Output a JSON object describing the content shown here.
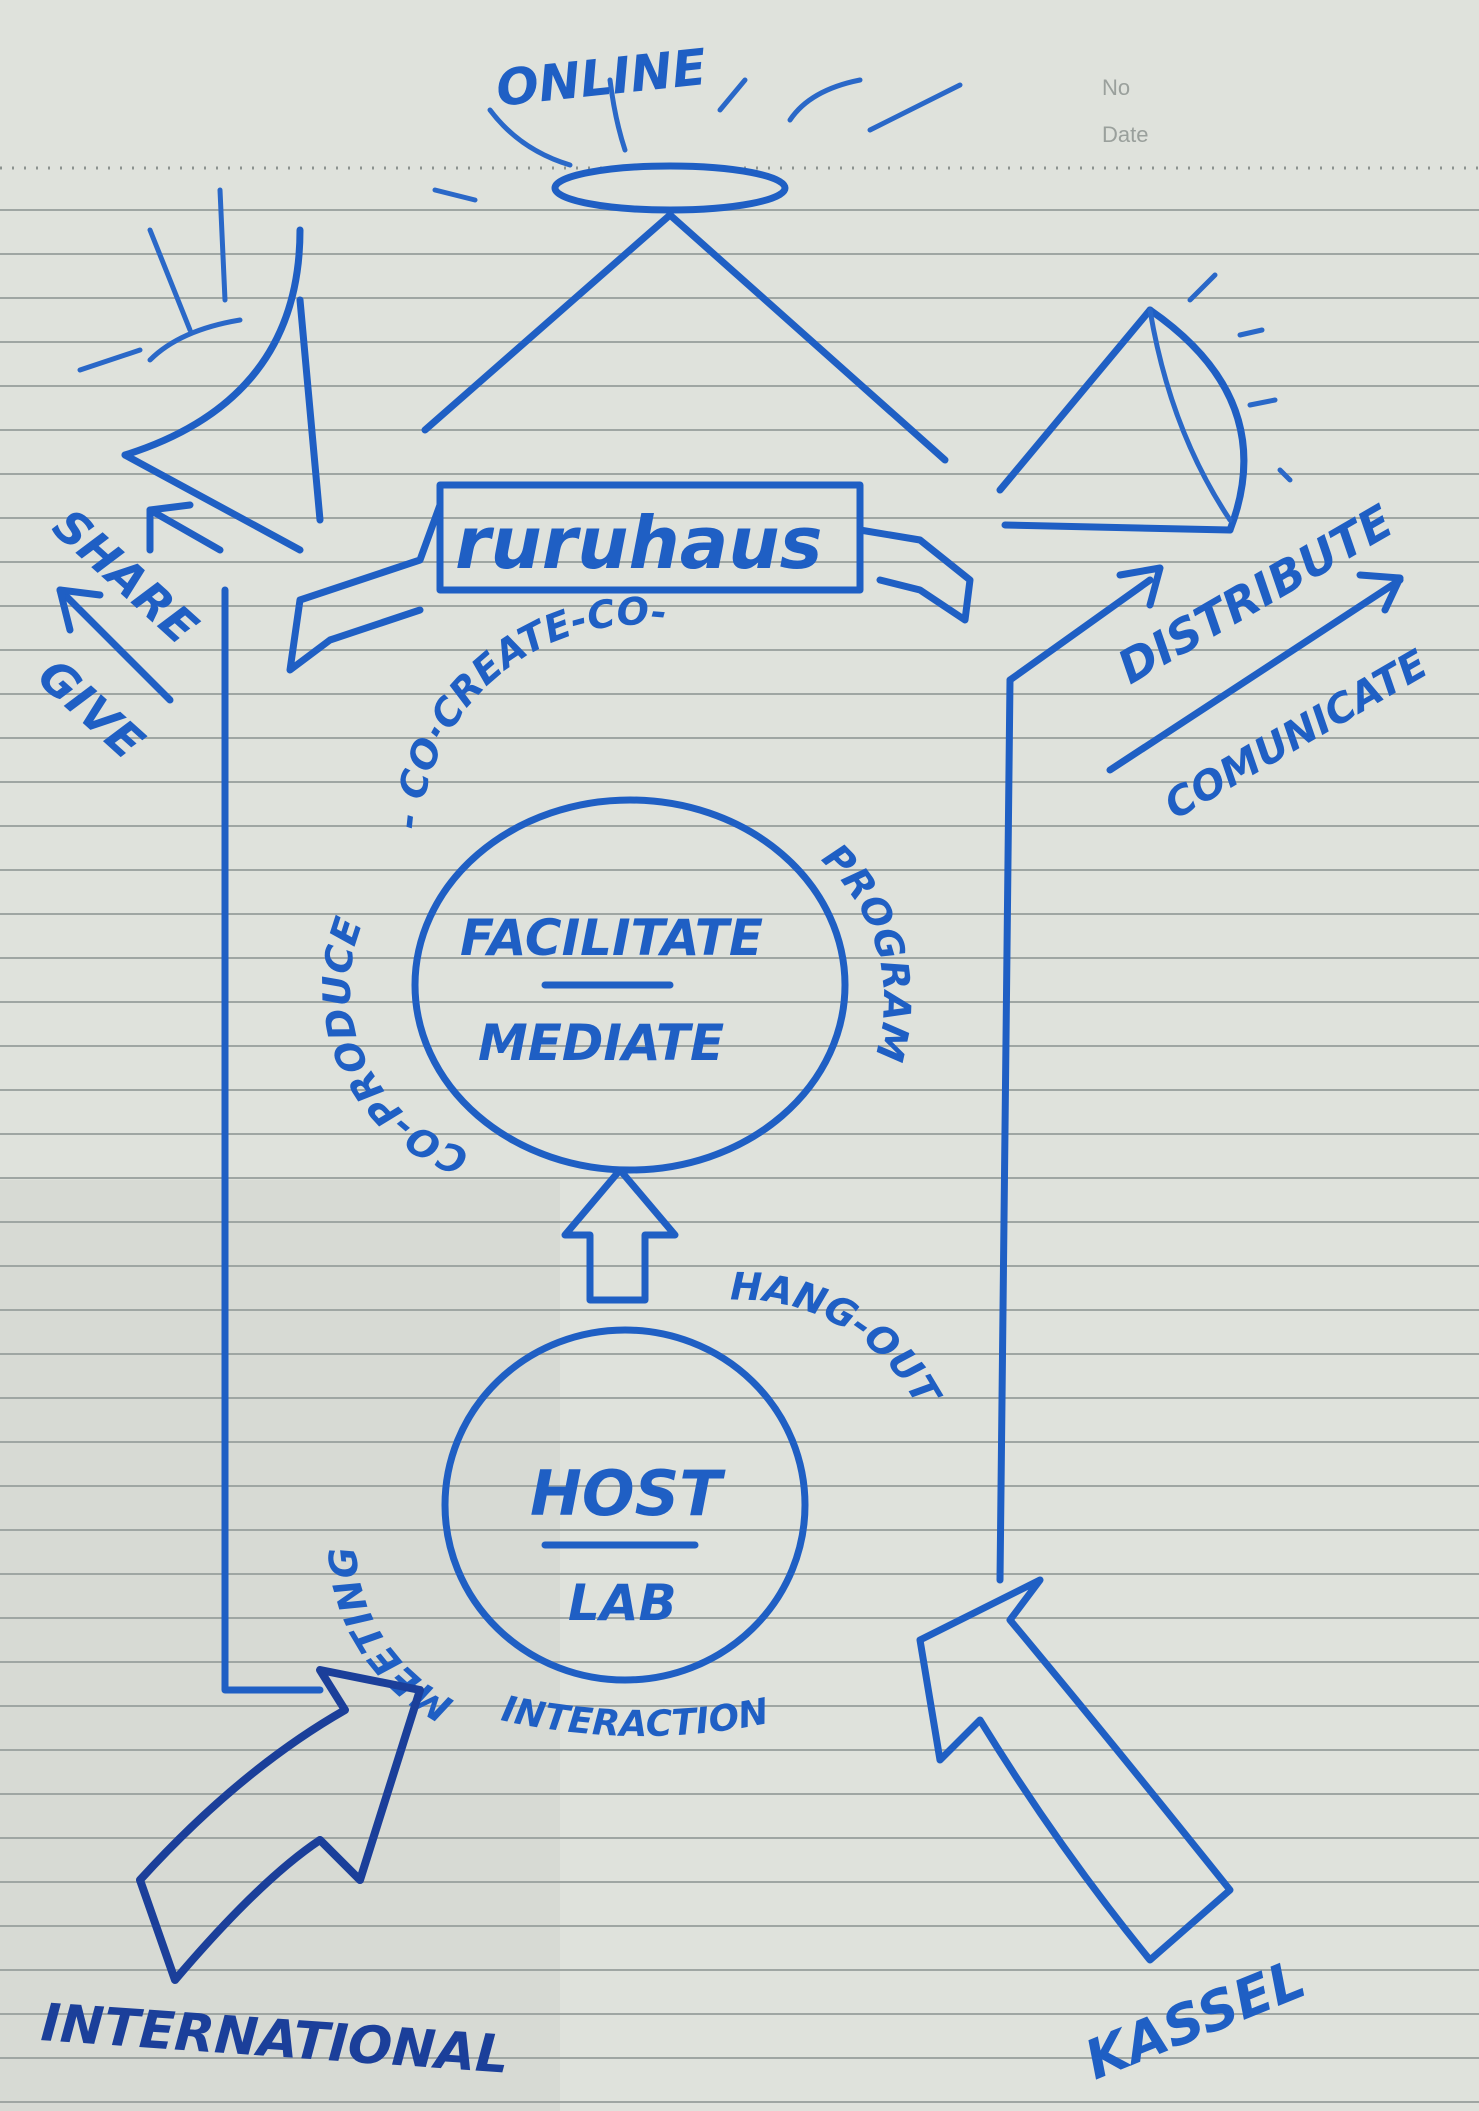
{
  "header": {
    "no_label": "No",
    "date_label": "Date"
  },
  "diagram": {
    "top": "ONLINE",
    "banner": "ruruhaus",
    "left_arrows": [
      "SHARE",
      "GIVE"
    ],
    "right_arrows": [
      "DISTRIBUTE",
      "COMUNICATE"
    ],
    "upper_circle": {
      "top_label": "FACILITATE",
      "bottom_label": "MEDIATE",
      "ring_left": "CO-PRODUCE",
      "ring_top": "- CO·CREATE-CO-",
      "ring_right": "PROGRAM"
    },
    "lower_circle": {
      "top_label": "HOST",
      "bottom_label": "LAB",
      "ring_left": "MEETING",
      "ring_right": "HANG-OUT",
      "ring_bottom": "INTERACTION"
    },
    "inputs": {
      "left": "INTERNATIONAL",
      "right": "KASSEL"
    }
  }
}
